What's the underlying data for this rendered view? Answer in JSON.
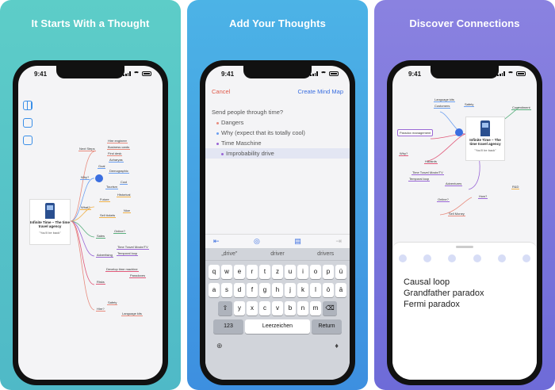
{
  "panels": [
    {
      "headline": "It Starts With a Thought",
      "status_time": "9:41"
    },
    {
      "headline": "Add Your Thoughts",
      "status_time": "9:41"
    },
    {
      "headline": "Discover Connections",
      "status_time": "9:41"
    }
  ],
  "panel1": {
    "card_title": "Infinite Time – The time travel agency",
    "card_quote": "\"You'll be back\"",
    "nodes": [
      "Next Steps",
      "Hire engineer",
      "Business cards",
      "Find desk",
      "Why?",
      "Goal",
      "Acharyas",
      "Demographic",
      "Cool",
      "Tourism",
      "What?",
      "Future",
      "Historical",
      "Sell tickets",
      "Nice",
      "Sales",
      "Online?",
      "Advertising",
      "Time Travel Movie/TV",
      "Temporal loop",
      "Risks",
      "Develop time machine",
      "Paradoxes",
      "Hire?",
      "Safety",
      "Language kits"
    ]
  },
  "panel2": {
    "cancel": "Cancel",
    "create": "Create Mind Map",
    "outline": [
      "Send people through time?",
      "Dangers",
      "Why (expect that its totally cool)",
      "Time Maschine",
      "Improbability drive"
    ],
    "bullet_colors": [
      "#e88b7d",
      "#6b9ff0",
      "#9a67d6"
    ],
    "suggestions": [
      "„drive\"",
      "driver",
      "drivers"
    ],
    "keys_row1": [
      "q",
      "w",
      "e",
      "r",
      "t",
      "z",
      "u",
      "i",
      "o",
      "p",
      "ü"
    ],
    "keys_row2": [
      "a",
      "s",
      "d",
      "f",
      "g",
      "h",
      "j",
      "k",
      "l",
      "ö",
      "ä"
    ],
    "keys_row3": [
      "y",
      "x",
      "c",
      "v",
      "b",
      "n",
      "m"
    ],
    "key_123": "123",
    "key_space": "Leerzeichen",
    "key_return": "Return"
  },
  "panel3": {
    "card_title": "Infinite Time – The time travel agency",
    "card_quote": "\"You'll be back\"",
    "nodes": [
      "Paradox management",
      "Hazards",
      "Safety",
      "Commitment",
      "Language kits",
      "Customers",
      "Adventures",
      "Temporal loop",
      "Why?",
      "Online?",
      "R&D",
      "How?",
      "Sell Money",
      "Time Travel Movie/TV"
    ],
    "sheet_lines": [
      "Causal loop",
      "Grandfather paradox",
      "Fermi paradox"
    ]
  }
}
